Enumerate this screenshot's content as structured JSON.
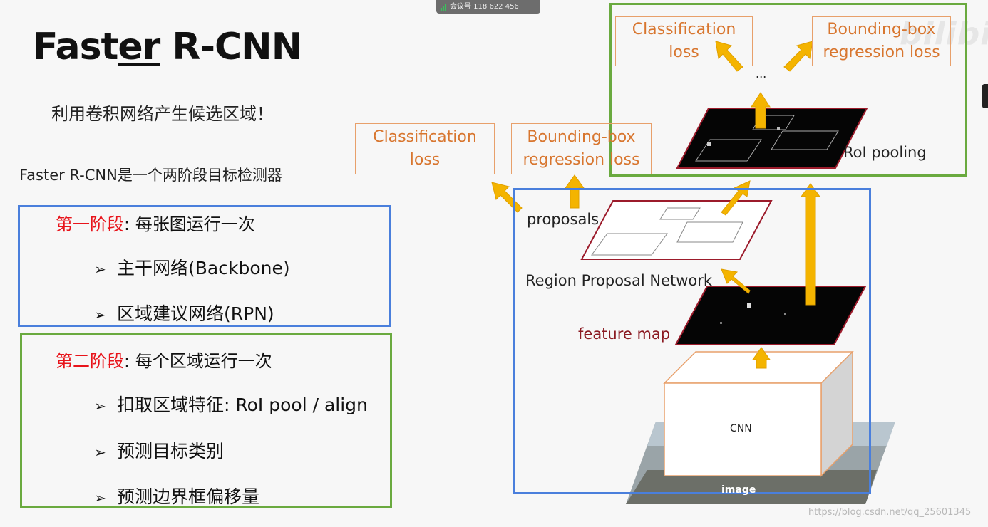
{
  "meeting": {
    "label": "会议号 118 622 456"
  },
  "title": {
    "prefix": "Fast",
    "underlined": "er",
    "suffix": " R-CNN"
  },
  "subtitle": "利用卷积网络产生候选区域！",
  "description": "Faster R-CNN是一个两阶段目标检测器",
  "stage1": {
    "head_red": "第一阶段",
    "head_rest": ": 每张图运行一次",
    "bullets": [
      "主干网络(Backbone)",
      "区域建议网络(RPN)"
    ]
  },
  "stage2": {
    "head_red": "第二阶段",
    "head_rest": ": 每个区域运行一次",
    "bullets": [
      "扣取区域特征: RoI pool / align",
      "预测目标类别",
      "预测边界框偏移量"
    ]
  },
  "bullet_marker": "➢",
  "diagram": {
    "top_cls_loss": [
      "Classification",
      "loss"
    ],
    "top_bbox_loss": [
      "Bounding-box",
      "regression loss"
    ],
    "mid_cls_loss": [
      "Classification",
      "loss"
    ],
    "mid_bbox_loss": [
      "Bounding-box",
      "regression loss"
    ],
    "ellipsis": "...",
    "roi_pooling": "RoI pooling",
    "proposals": "proposals",
    "rpn": "Region Proposal Network",
    "feature_map": "feature map",
    "cnn": "CNN",
    "image": "image"
  },
  "watermark": {
    "url": "https://blog.csdn.net/qq_25601345",
    "logo": "bilibili"
  },
  "colors": {
    "accent_red": "#e8141b",
    "blue_box": "#4a7fdc",
    "green_box": "#6aaa3f",
    "loss_text": "#d8762f",
    "arrow": "#f4b400",
    "feature_border": "#9c1b2b"
  }
}
